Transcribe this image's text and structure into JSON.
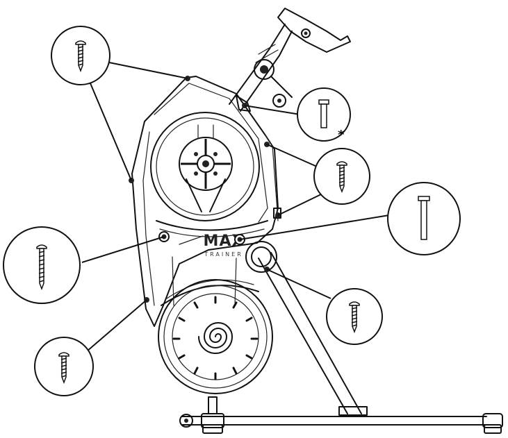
{
  "figure": {
    "brand_line1": "MAX",
    "brand_line2": "TRAINER",
    "note_mark": "*"
  },
  "callouts": [
    {
      "id": "c1",
      "part": "screw"
    },
    {
      "id": "c2",
      "part": "bolt-marked"
    },
    {
      "id": "c3",
      "part": "screw"
    },
    {
      "id": "c4",
      "part": "long-bolt"
    },
    {
      "id": "c5",
      "part": "long-screw"
    },
    {
      "id": "c6",
      "part": "screw"
    },
    {
      "id": "c7",
      "part": "screw"
    }
  ]
}
